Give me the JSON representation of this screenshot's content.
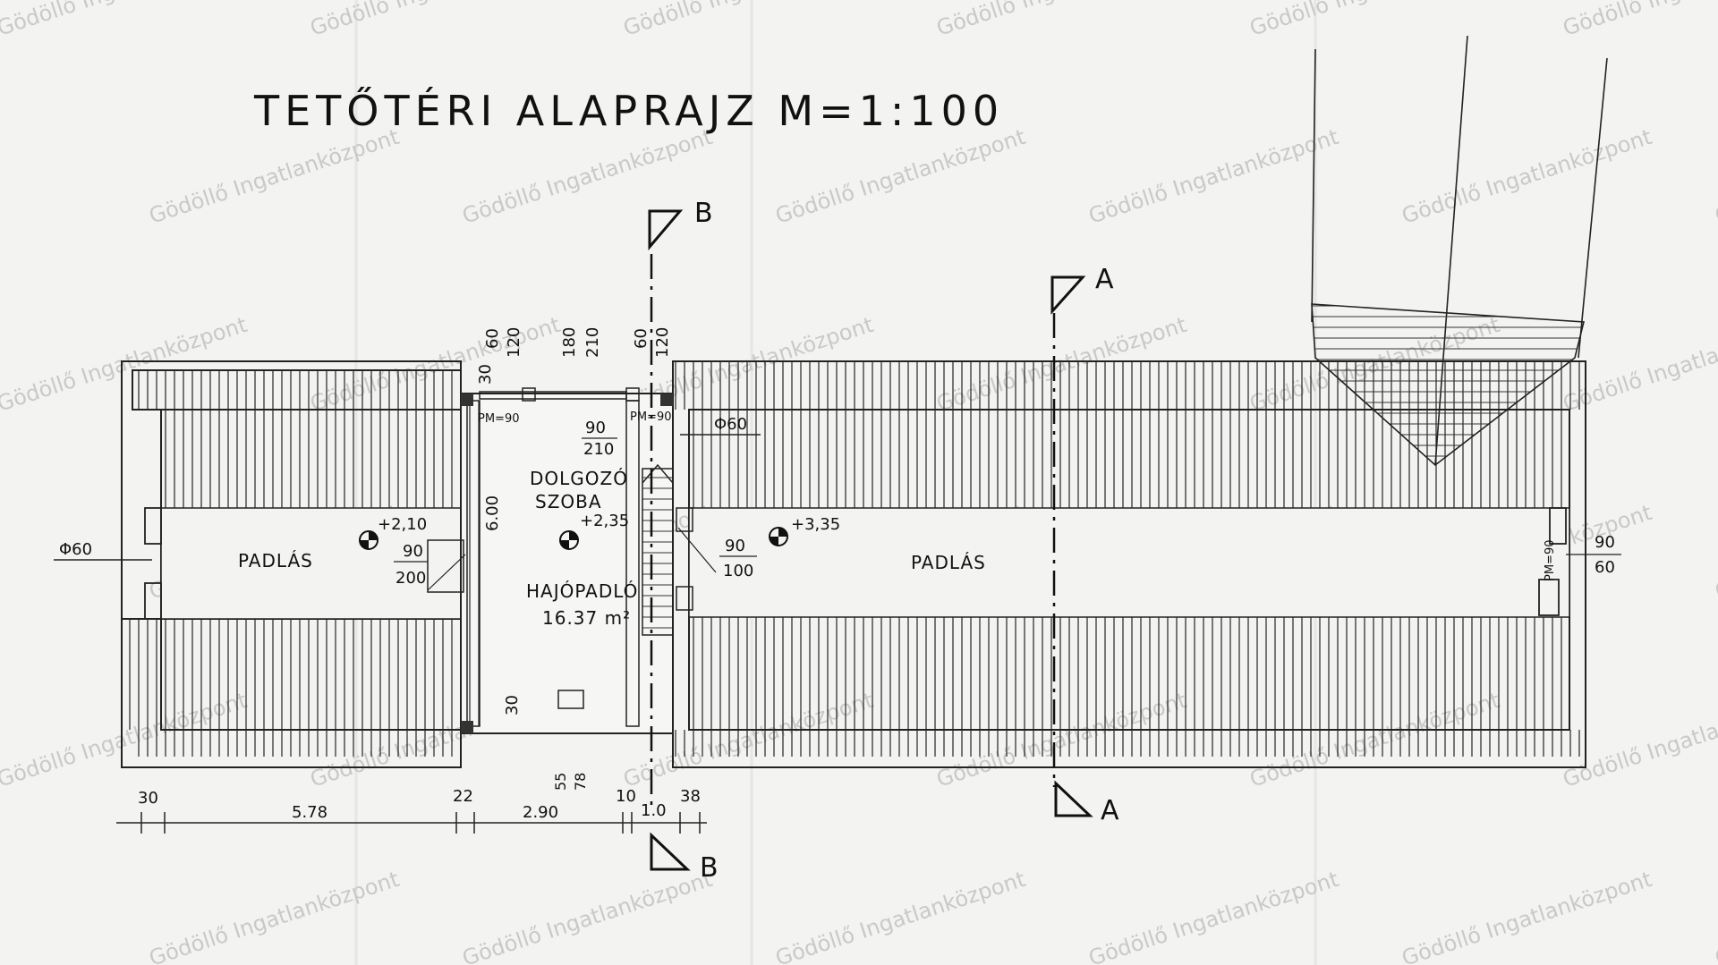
{
  "title": "TETŐTÉRI  ALAPRAJZ   M=1:100",
  "rooms": {
    "padlas_left": "PADLÁS",
    "padlas_right": "PADLÁS",
    "study_line1": "DOLGOZÓ",
    "study_line2": "SZOBA",
    "floor_line1": "HAJÓPADLÓ",
    "floor_line2": "16.37 m²"
  },
  "levels": {
    "left": "+2,10",
    "center": "+2,35",
    "right": "+3,35"
  },
  "openings": {
    "phi_left": "Φ60",
    "phi_right": "Φ60",
    "pm_left": "PM=90",
    "pm_right": "PM=90",
    "pm_end": "PM=90",
    "door_left_top": "90",
    "door_left_bottom": "200",
    "door_study_top": "90",
    "door_study_bottom": "210",
    "door_right_top": "90",
    "door_right_bottom": "100",
    "win_end_top": "90",
    "win_end_bottom": "60"
  },
  "top_dims": {
    "w1_a": "30",
    "w1_b": "60",
    "w1_c": "120",
    "w2_a": "180",
    "w2_b": "210",
    "w3_a": "60",
    "w3_b": "120"
  },
  "misc_dims": {
    "height_label": "6.00",
    "bottom_30": "30",
    "bottom_55": "55",
    "bottom_78": "78"
  },
  "bottom_dims": [
    "30",
    "5.78",
    "22",
    "2.90",
    "10",
    "1.0",
    "38"
  ],
  "sections": {
    "a_top": "A",
    "a_bottom": "A",
    "b_top": "B",
    "b_bottom": "B"
  },
  "watermark": "Gödöllő Ingatlanközpont"
}
